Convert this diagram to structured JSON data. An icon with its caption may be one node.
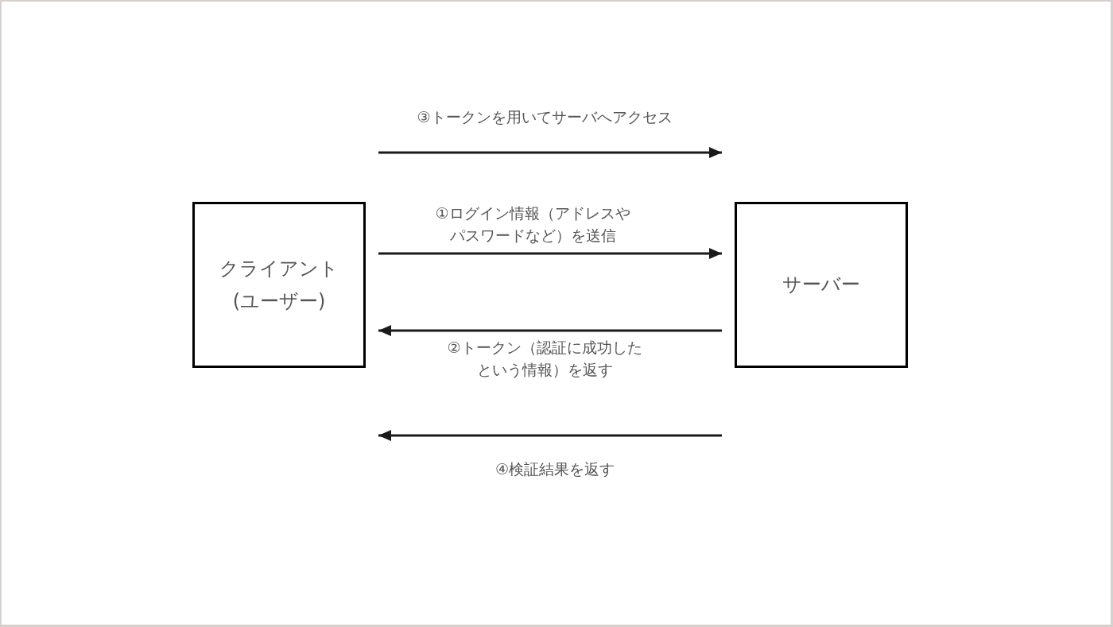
{
  "diagram": {
    "nodes": [
      {
        "text": [
          "クライアント(ユーザー)"
        ]
      },
      {
        "text": [
          "サーバー"
        ]
      }
    ],
    "edges": [
      {
        "from": 0,
        "to": 1,
        "arrow": "to",
        "label": "③トークンを用いてサーバへアクセス"
      },
      {
        "from": 0,
        "to": 1,
        "arrow": "to",
        "label": "①ログイン情報（アドレスやパスワードなど）を送信"
      },
      {
        "from": 1,
        "to": 0,
        "arrow": "to",
        "label": "②トークン（認証に成功したという情報）を返す"
      },
      {
        "from": 1,
        "to": 0,
        "arrow": "to",
        "label": "④検証結果を返す"
      }
    ]
  }
}
